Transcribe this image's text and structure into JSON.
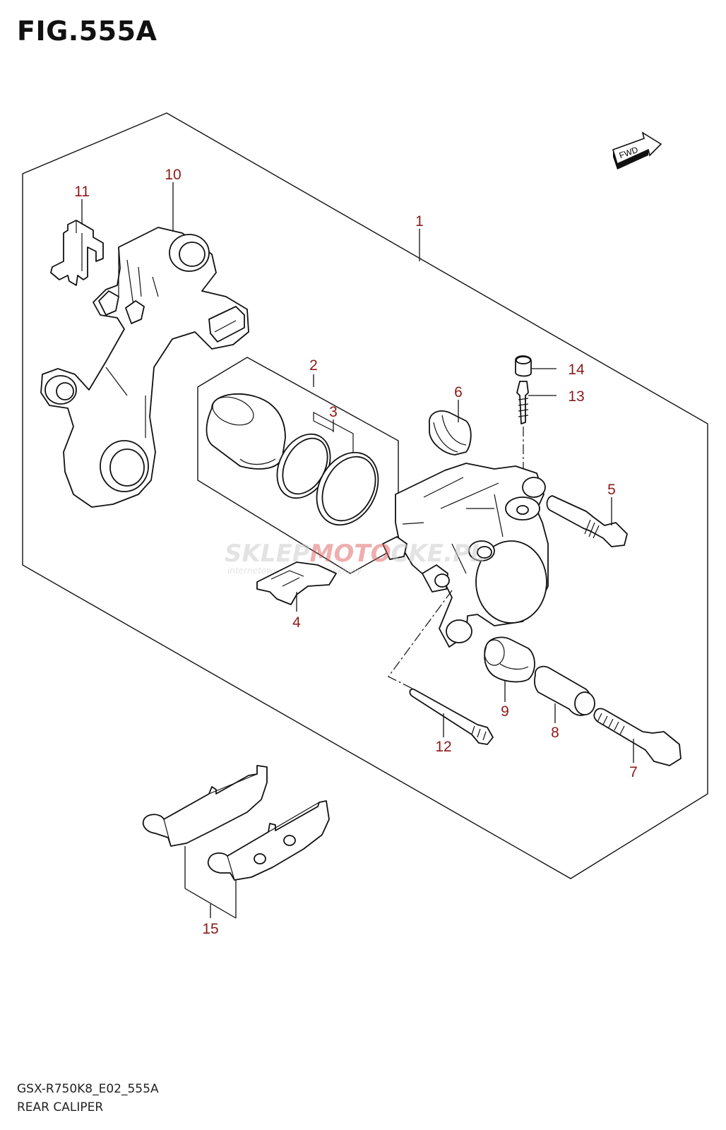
{
  "figure": {
    "title": "FIG.555A",
    "footer_code": "GSX-R750K8_E02_555A",
    "footer_name": "REAR CALIPER"
  },
  "fwd_label": "FWD",
  "watermark": {
    "brand_part1": "SKLEP",
    "brand_part2": "MOTO",
    "brand_part3": "CKE.PL",
    "tagline": "internetowy sklep motocyklowy"
  },
  "callouts": {
    "c1": "1",
    "c2": "2",
    "c3": "3",
    "c4": "4",
    "c5": "5",
    "c6": "6",
    "c7": "7",
    "c8": "8",
    "c9": "9",
    "c10": "10",
    "c11": "11",
    "c12": "12",
    "c13": "13",
    "c14": "14",
    "c15": "15"
  },
  "colors": {
    "callout": "#8b1a1a",
    "line": "#111111",
    "watermark_red": "#e06060",
    "watermark_grey": "#c9c9c9"
  }
}
